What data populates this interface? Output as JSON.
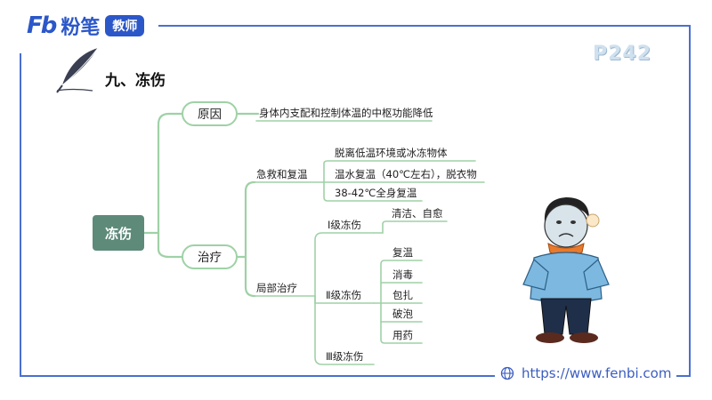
{
  "brand": {
    "mark": "Fb",
    "name": "粉笔",
    "badge": "教师"
  },
  "page_label": "P242",
  "section_title": "九、冻伤",
  "footer": {
    "url": "https://www.fenbi.com"
  },
  "mindmap": {
    "root": "冻伤",
    "cause": {
      "label": "原因",
      "detail": "身体内支配和控制体温的中枢功能降低"
    },
    "treatment": {
      "label": "治疗",
      "first_aid": {
        "label": "急救和复温",
        "items": [
          "脱离低温环境或冰冻物体",
          "温水复温（40℃左右），脱衣物",
          "38-42℃全身复温"
        ]
      },
      "local": {
        "label": "局部治疗",
        "grade1": {
          "label": "Ⅰ级冻伤",
          "items": [
            "清洁、自愈"
          ]
        },
        "grade2": {
          "label": "Ⅱ级冻伤",
          "items": [
            "复温",
            "消毒",
            "包扎",
            "破泡",
            "用药"
          ]
        },
        "grade3": {
          "label": "Ⅲ级冻伤"
        }
      }
    }
  },
  "colors": {
    "frame": "#4a6fd0",
    "brand": "#2b57c9",
    "branch": "#9fd1a6",
    "root_fill": "#5e8a7a"
  }
}
